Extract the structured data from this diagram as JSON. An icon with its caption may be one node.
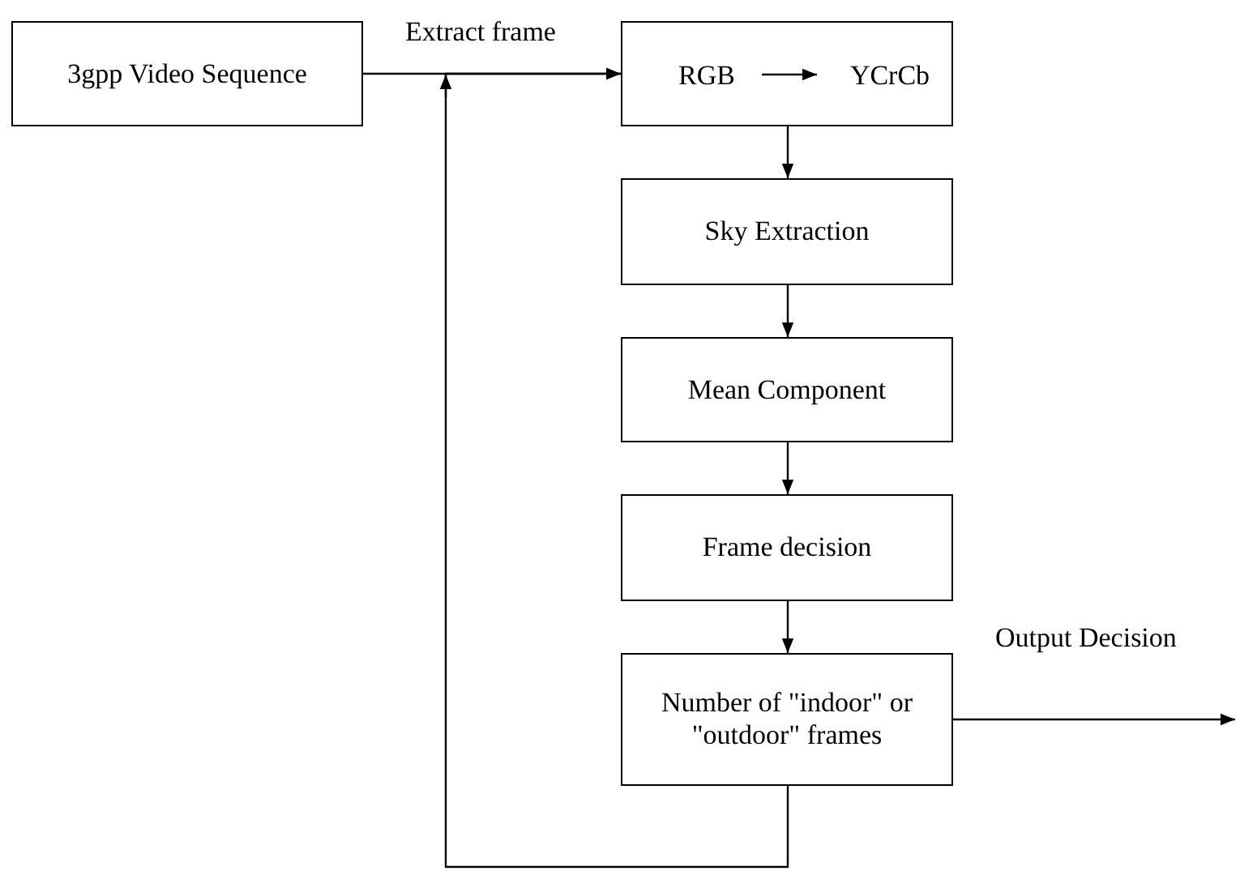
{
  "diagram": {
    "nodes": [
      {
        "text": [
          "3gpp Video Sequence"
        ]
      },
      {
        "text": [],
        "shape": "box"
      },
      {
        "text": [
          "RGB"
        ],
        "in": 1
      },
      {
        "text": [
          "YCrCb"
        ],
        "in": 1
      },
      {
        "text": [
          "Sky Extraction"
        ]
      },
      {
        "text": [
          "Mean Component"
        ]
      },
      {
        "text": [
          "Frame decision"
        ]
      },
      {
        "text": [
          "Number of \"indoor\" or \"outdoor\" frames"
        ]
      }
    ],
    "edges": [
      {
        "from": 0,
        "to": 1,
        "arrow": "to",
        "label": "Extract frame"
      },
      {
        "from": 2,
        "to": 3,
        "arrow": "to"
      },
      {
        "from": 1,
        "to": 4,
        "arrow": "to"
      },
      {
        "from": 4,
        "to": 5,
        "arrow": "to"
      },
      {
        "from": 5,
        "to": 6,
        "arrow": "to"
      },
      {
        "from": 6,
        "to": 7,
        "arrow": "to"
      },
      {
        "from": 7,
        "to": 1,
        "arrow": "to"
      },
      {
        "from": 7,
        "to": null,
        "arrow": "to",
        "label": "Output Decision"
      }
    ]
  }
}
